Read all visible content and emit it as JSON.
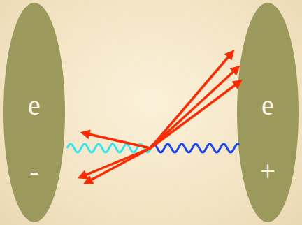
{
  "diagram": {
    "nodes": [
      {
        "text": [
          "e",
          "-"
        ]
      },
      {
        "text": [
          "e",
          "+"
        ]
      }
    ]
  }
}
